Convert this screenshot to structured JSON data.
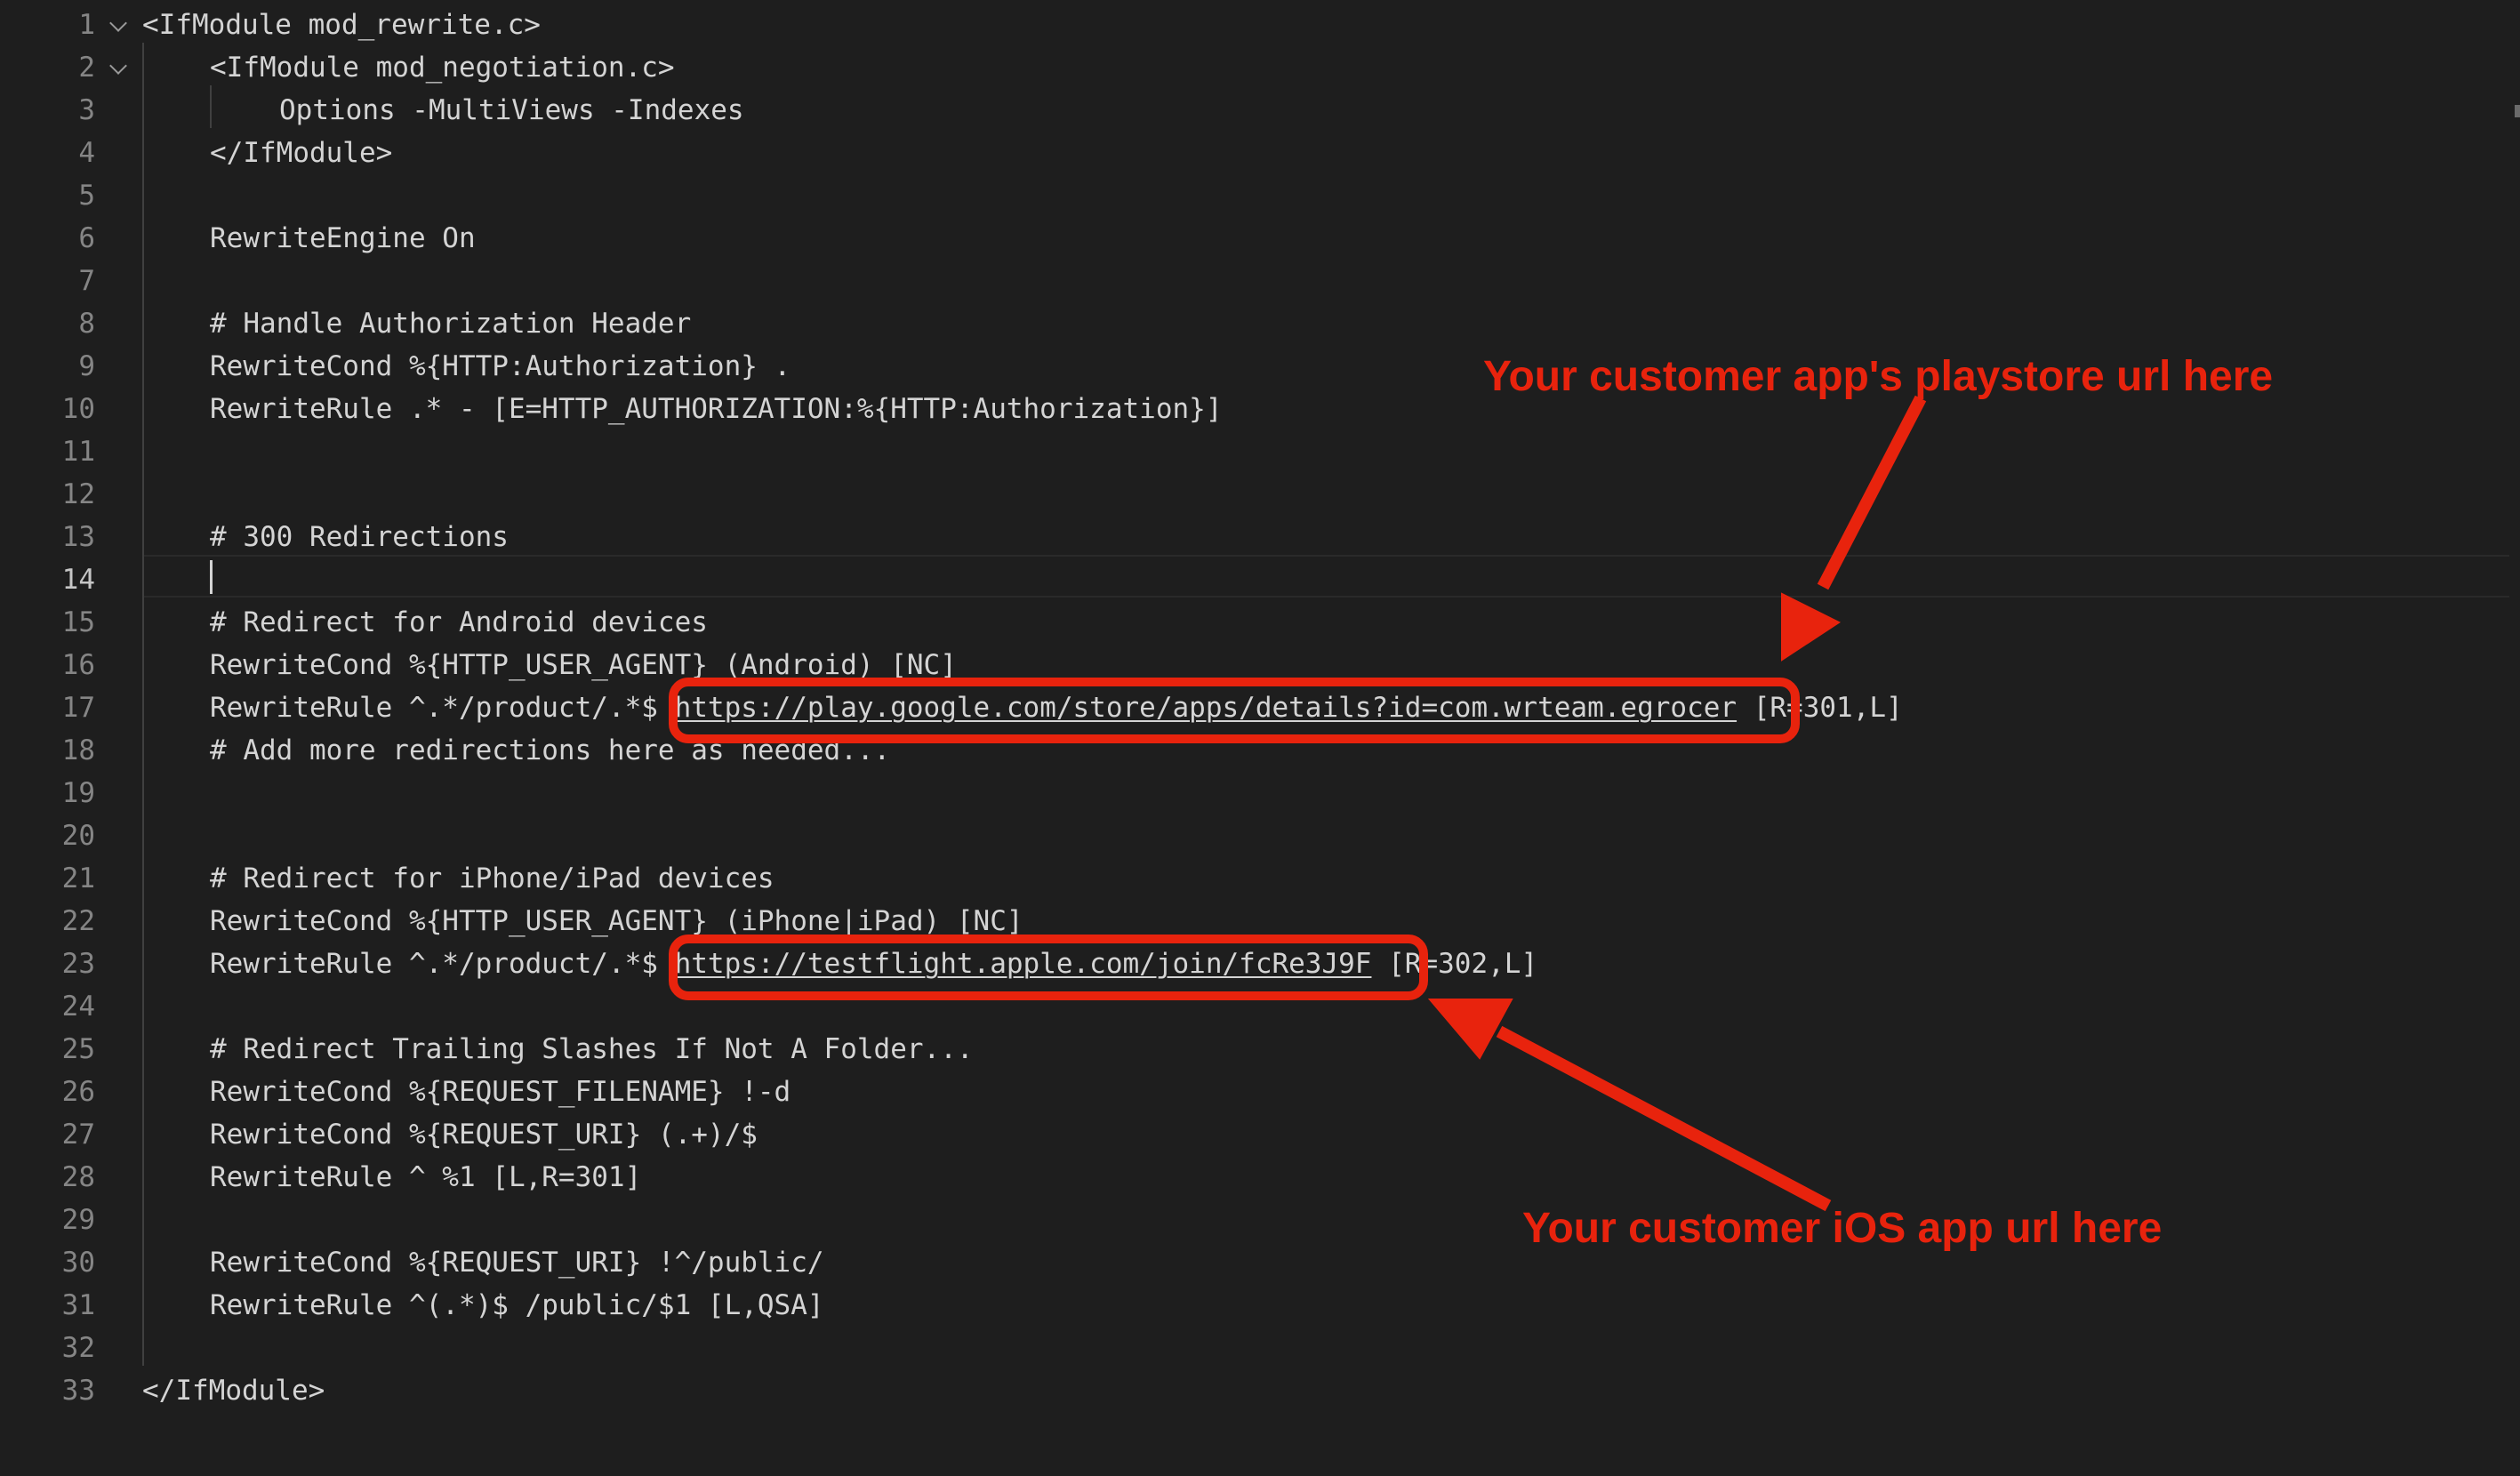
{
  "editor": {
    "active_line": 14,
    "lines": [
      {
        "n": "1",
        "text": "<IfModule mod_rewrite.c>",
        "indent": 0,
        "fold": true
      },
      {
        "n": "2",
        "text": "<IfModule mod_negotiation.c>",
        "indent": 1,
        "fold": true
      },
      {
        "n": "3",
        "text": "Options -MultiViews -Indexes",
        "indent": 2
      },
      {
        "n": "4",
        "text": "</IfModule>",
        "indent": 1
      },
      {
        "n": "5",
        "text": "",
        "indent": 1
      },
      {
        "n": "6",
        "text": "RewriteEngine On",
        "indent": 1
      },
      {
        "n": "7",
        "text": "",
        "indent": 1
      },
      {
        "n": "8",
        "text": "# Handle Authorization Header",
        "indent": 1
      },
      {
        "n": "9",
        "text": "RewriteCond %{HTTP:Authorization} .",
        "indent": 1
      },
      {
        "n": "10",
        "text": "RewriteRule .* - [E=HTTP_AUTHORIZATION:%{HTTP:Authorization}]",
        "indent": 1
      },
      {
        "n": "11",
        "text": "",
        "indent": 1
      },
      {
        "n": "12",
        "text": "",
        "indent": 1
      },
      {
        "n": "13",
        "text": "# 300 Redirections",
        "indent": 1
      },
      {
        "n": "14",
        "text": "",
        "indent": 1
      },
      {
        "n": "15",
        "text": "# Redirect for Android devices",
        "indent": 1
      },
      {
        "n": "16",
        "text": "RewriteCond %{HTTP_USER_AGENT} (Android) [NC]",
        "indent": 1
      },
      {
        "n": "17",
        "text": "RewriteRule ^.*/product/.*$ ",
        "url": "https://play.google.com/store/apps/details?id=com.wrteam.egrocer",
        "suffix": " [R=301,L]",
        "indent": 1
      },
      {
        "n": "18",
        "text": "# Add more redirections here as needed...",
        "indent": 1
      },
      {
        "n": "19",
        "text": "",
        "indent": 1
      },
      {
        "n": "20",
        "text": "",
        "indent": 1
      },
      {
        "n": "21",
        "text": "# Redirect for iPhone/iPad devices",
        "indent": 1
      },
      {
        "n": "22",
        "text": "RewriteCond %{HTTP_USER_AGENT} (iPhone|iPad) [NC]",
        "indent": 1
      },
      {
        "n": "23",
        "text": "RewriteRule ^.*/product/.*$ ",
        "url": "https://testflight.apple.com/join/fcRe3J9F",
        "suffix": " [R=302,L]",
        "indent": 1
      },
      {
        "n": "24",
        "text": "",
        "indent": 1
      },
      {
        "n": "25",
        "text": "# Redirect Trailing Slashes If Not A Folder...",
        "indent": 1
      },
      {
        "n": "26",
        "text": "RewriteCond %{REQUEST_FILENAME} !-d",
        "indent": 1
      },
      {
        "n": "27",
        "text": "RewriteCond %{REQUEST_URI} (.+)/$",
        "indent": 1
      },
      {
        "n": "28",
        "text": "RewriteRule ^ %1 [L,R=301]",
        "indent": 1
      },
      {
        "n": "29",
        "text": "",
        "indent": 1
      },
      {
        "n": "30",
        "text": "RewriteCond %{REQUEST_URI} !^/public/",
        "indent": 1
      },
      {
        "n": "31",
        "text": "RewriteRule ^(.*)$ /public/$1 [L,QSA]",
        "indent": 1
      },
      {
        "n": "32",
        "text": "",
        "indent": 0
      },
      {
        "n": "33",
        "text": "</IfModule>",
        "indent": 0
      }
    ]
  },
  "annotations": {
    "playstore_label": "Your customer app's playstore url here",
    "ios_label": "Your customer iOS app url here"
  },
  "colors": {
    "background": "#1e1e1e",
    "text": "#d4d4d4",
    "line_number": "#858585",
    "annotation": "#e8230d"
  }
}
